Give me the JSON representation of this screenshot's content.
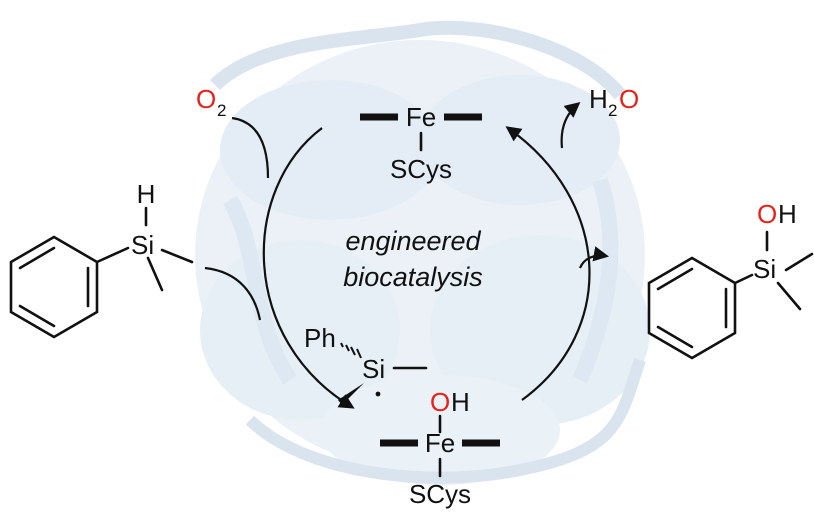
{
  "caption": {
    "line1": "engineered",
    "line2": "biocatalysis"
  },
  "reagents": {
    "oxygen": {
      "element": "O",
      "subscript": "2"
    },
    "water": {
      "prefix": "H",
      "subscript": "2",
      "element": "O"
    }
  },
  "heme_top": {
    "metal": "Fe",
    "ligand": "SCys"
  },
  "heme_bottom": {
    "metal": "Fe",
    "ligand": "SCys",
    "oxo": "O",
    "oxo_h": "H"
  },
  "silane": {
    "h": "H",
    "si": "Si"
  },
  "radical": {
    "ph": "Ph",
    "si": "Si"
  },
  "silanol": {
    "o": "O",
    "h": "H",
    "si": "Si"
  },
  "colors": {
    "heteroatom": "#e8211b",
    "protein": "#b9cfe3",
    "ink": "#111111"
  }
}
